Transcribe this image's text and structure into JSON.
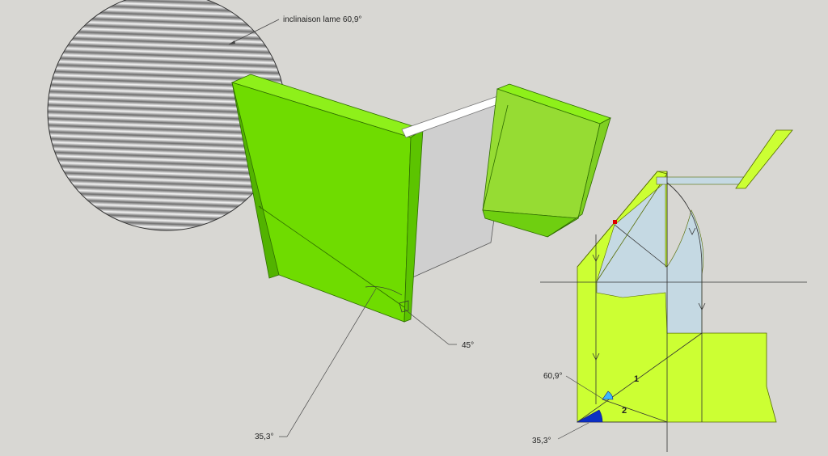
{
  "annotations": {
    "blade_tilt": "inclinaison lame 60,9°",
    "angle_45": "45°",
    "angle_353_left": "35,3°",
    "angle_609_right": "60,9°",
    "angle_353_right": "35,3°",
    "line_1": "1",
    "line_2": "2"
  },
  "colors": {
    "background": "#d8d7d3",
    "block_front": "#6fdc00",
    "block_top": "#8ef01a",
    "block_side": "#52b300",
    "panel_gray": "#cfcfcf",
    "flat_green": "#ccff33",
    "flat_blue": "#c5d9e3",
    "angle_dark": "#0b2fc4",
    "angle_light": "#3ab7ff",
    "marker_red": "#dd0000"
  }
}
